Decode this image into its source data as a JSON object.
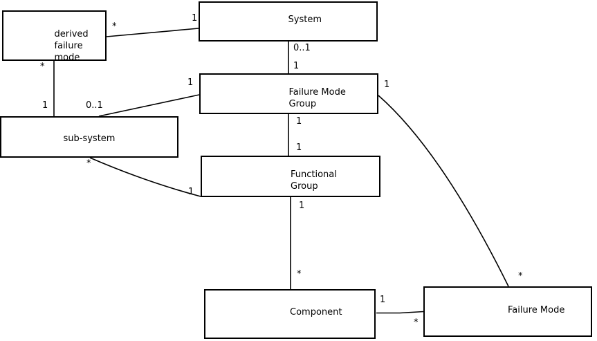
{
  "diagram": {
    "type": "uml-association-diagram",
    "background_color": "#ffffff",
    "line_color": "#000000",
    "text_color": "#000000",
    "entities": {
      "derived_failure_mode": {
        "line1": "derived",
        "line2": "failure",
        "line3": "mode"
      },
      "system": {
        "label": "System"
      },
      "failure_mode_group": {
        "line1": "Failure Mode",
        "line2": "Group"
      },
      "sub_system": {
        "label": "sub-system"
      },
      "functional_group": {
        "line1": "Functional",
        "line2": "Group"
      },
      "component": {
        "label": "Component"
      },
      "failure_mode": {
        "label": "Failure Mode"
      }
    },
    "relationships": [
      {
        "entity_a": "derived failure mode",
        "entity_b": "System",
        "end_a": "*",
        "end_b": "1"
      },
      {
        "entity_a": "derived failure mode",
        "entity_b": "sub-system",
        "end_a": "*",
        "end_b": "1"
      },
      {
        "entity_a": "sub-system",
        "entity_b": "Failure Mode Group",
        "end_a": "0..1",
        "end_b": "1"
      },
      {
        "entity_a": "System",
        "entity_b": "Failure Mode Group",
        "end_a": "0..1",
        "end_b": "1"
      },
      {
        "entity_a": "Failure Mode Group",
        "entity_b": "Functional Group",
        "end_a": "1",
        "end_b": "1"
      },
      {
        "entity_a": "sub-system",
        "entity_b": "Functional Group",
        "end_a": "*",
        "end_b": "1"
      },
      {
        "entity_a": "Functional Group",
        "entity_b": "Component",
        "end_a": "1",
        "end_b": "*"
      },
      {
        "entity_a": "Component",
        "entity_b": "Failure Mode",
        "end_a": "1",
        "end_b": "*"
      },
      {
        "entity_a": "Failure Mode Group",
        "entity_b": "Failure Mode",
        "end_a": "1",
        "end_b": "*"
      }
    ]
  }
}
